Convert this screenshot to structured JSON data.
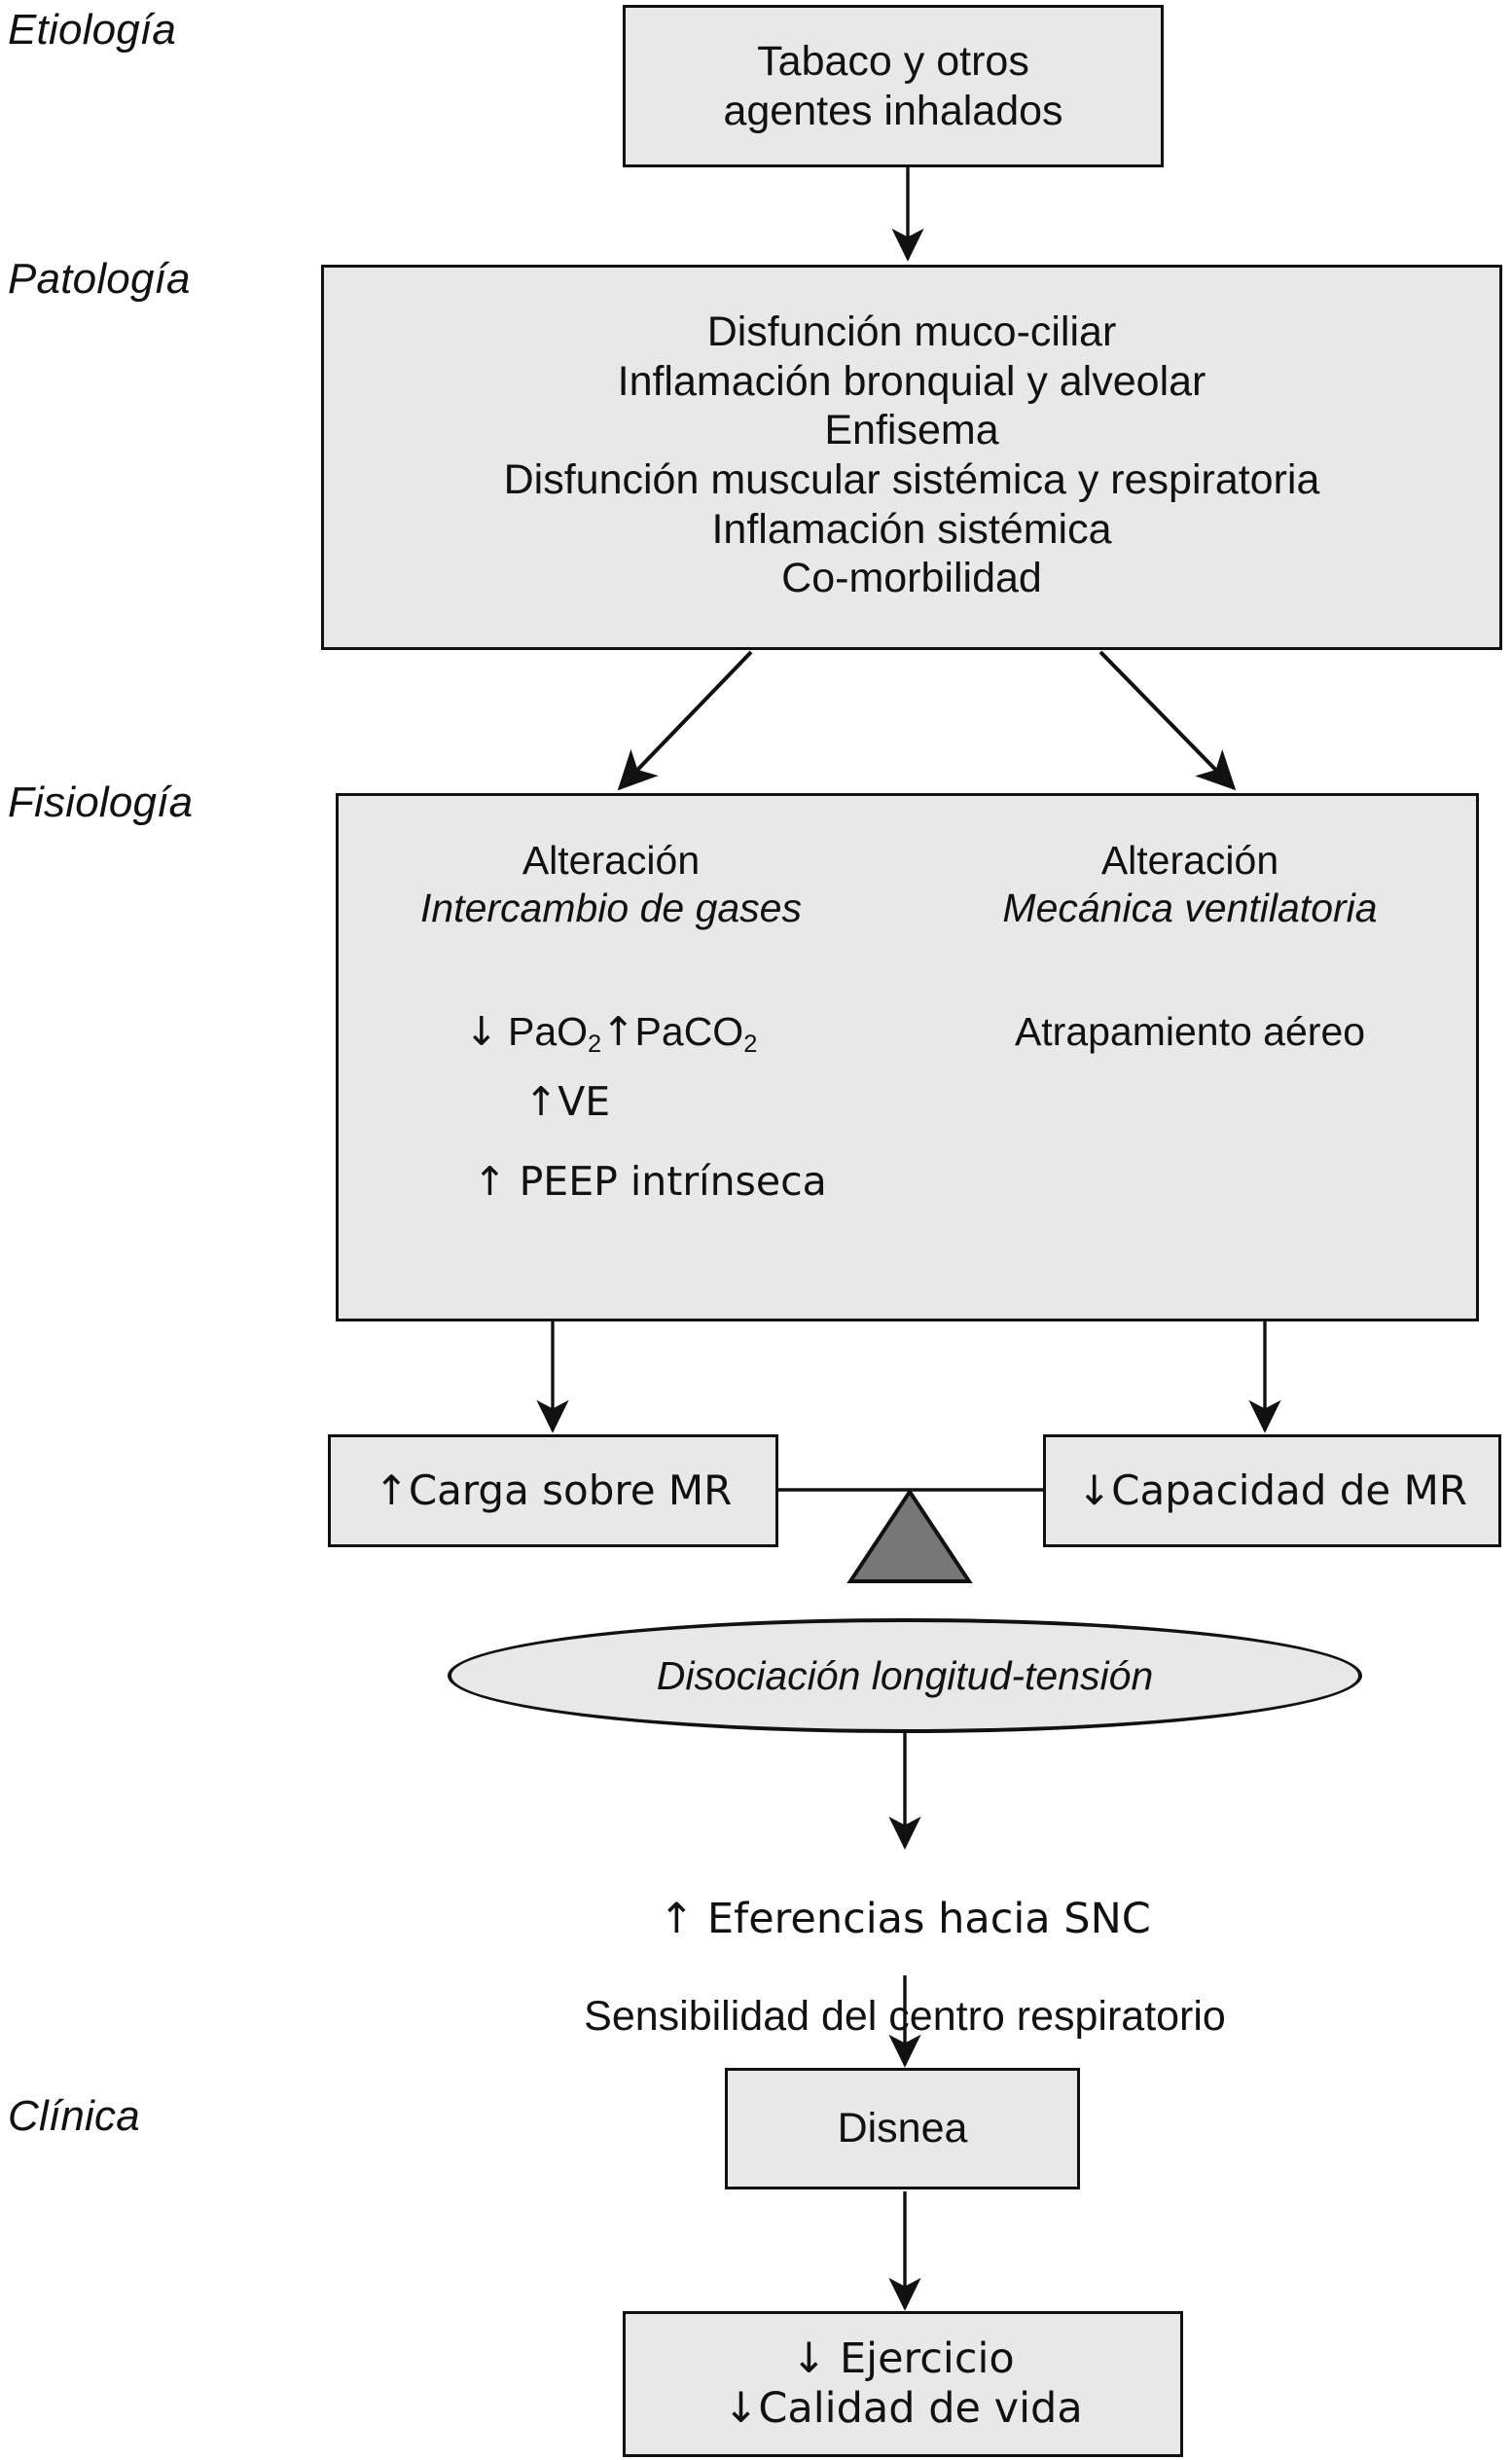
{
  "diagram": {
    "title_language": "es",
    "colors": {
      "node_fill": "#e8e8e8",
      "node_stroke": "#111111",
      "fulcrum_fill": "#777777",
      "background": "#ffffff",
      "text": "#111111"
    },
    "stage_labels": [
      {
        "id": "etiologia",
        "label": "Etiología"
      },
      {
        "id": "patologia",
        "label": "Patología"
      },
      {
        "id": "fisiologia",
        "label": "Fisiología"
      },
      {
        "id": "clinica",
        "label": "Clínica"
      }
    ],
    "nodes": {
      "etiologia_box": {
        "line1": "Tabaco y otros",
        "line2": "agentes inhalados"
      },
      "patologia_box": {
        "lines": [
          "Disfunción muco-ciliar",
          "Inflamación bronquial y alveolar",
          "Enfisema",
          "Disfunción muscular sistémica y respiratoria",
          "Inflamación sistémica",
          "Co-morbilidad"
        ]
      },
      "fisiologia_box": {
        "left_column": {
          "heading_line1": "Alteración",
          "heading_line2": "Intercambio de gases",
          "item_gases_prefix": "↓",
          "item_gases_a": "PaO",
          "item_gases_a_sub": "2",
          "item_gases_mid": "↑",
          "item_gases_b": "PaCO",
          "item_gases_b_sub": "2",
          "item_ve": "↑VE",
          "item_peep": "↑ PEEP intrínseca"
        },
        "right_column": {
          "heading_line1": "Alteración",
          "heading_line2": "Mecánica ventilatoria",
          "item_atrapamiento": "Atrapamiento aéreo"
        }
      },
      "carga_box": {
        "label": "↑Carga sobre MR"
      },
      "capacidad_box": {
        "label": "↓Capacidad de MR"
      },
      "disociacion_ellipse": {
        "label": "Disociación longitud-tensión"
      },
      "eferencias_text": {
        "line1": "↑ Eferencias hacia SNC",
        "line2": "Sensibilidad del centro respiratorio"
      },
      "disnea_box": {
        "label": "Disnea"
      },
      "ejercicio_box": {
        "line1": "↓ Ejercicio",
        "line2": "↓Calidad de vida"
      }
    },
    "connectors": [
      {
        "id": "etiologia-to-patologia",
        "type": "arrow-down"
      },
      {
        "id": "patologia-to-fisiologia-left",
        "type": "arrow-diagonal-left"
      },
      {
        "id": "patologia-to-fisiologia-right",
        "type": "arrow-diagonal-right"
      },
      {
        "id": "gases-atrapamiento-bidirectional",
        "type": "arrow-double-headed"
      },
      {
        "id": "fisiologia-to-carga",
        "type": "arrow-down"
      },
      {
        "id": "fisiologia-to-capacidad",
        "type": "arrow-down"
      },
      {
        "id": "balance-beam",
        "type": "line"
      },
      {
        "id": "balance-fulcrum",
        "type": "triangle"
      },
      {
        "id": "disociacion-to-eferencias",
        "type": "arrow-down"
      },
      {
        "id": "eferencias-to-disnea",
        "type": "arrow-down"
      },
      {
        "id": "disnea-to-ejercicio",
        "type": "arrow-down"
      }
    ]
  }
}
